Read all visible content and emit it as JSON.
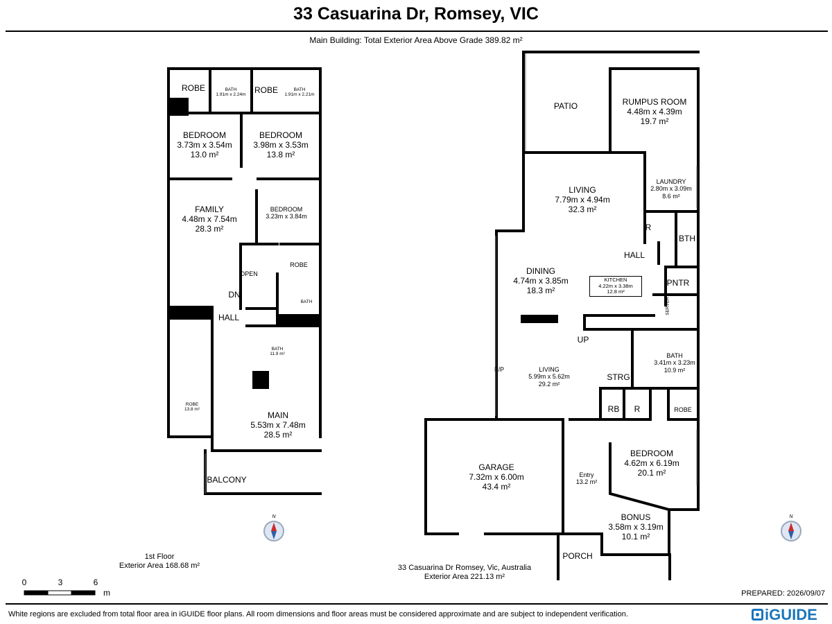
{
  "header": {
    "title": "33 Casuarina Dr, Romsey, VIC",
    "subtitle": "Main Building: Total Exterior Area Above Grade 389.82 m²"
  },
  "first_floor": {
    "caption_name": "1st Floor",
    "caption_area": "Exterior Area 168.68 m²",
    "rooms": [
      {
        "name": "ROBE"
      },
      {
        "name": "BATH",
        "dims": "1.91m x 2.24m"
      },
      {
        "name": "ROBE"
      },
      {
        "name": "BATH",
        "dims": "1.91m x 2.21m"
      },
      {
        "name": "BEDROOM",
        "dims": "3.73m x 3.54m",
        "area": "13.0 m²"
      },
      {
        "name": "BEDROOM",
        "dims": "3.98m x 3.53m",
        "area": "13.8 m²"
      },
      {
        "name": "FAMILY",
        "dims": "4.48m x 7.54m",
        "area": "28.3 m²"
      },
      {
        "name": "BEDROOM",
        "dims": "3.23m x 3.84m"
      },
      {
        "name": "ROBE"
      },
      {
        "name": "OPEN"
      },
      {
        "name": "DN"
      },
      {
        "name": "BATH"
      },
      {
        "name": "HALL"
      },
      {
        "name": "BATH",
        "area": "11.9 m²"
      },
      {
        "name": "ROBE",
        "area": "13.8 m²"
      },
      {
        "name": "MAIN",
        "dims": "5.53m x 7.48m",
        "area": "28.5 m²"
      },
      {
        "name": "BALCONY"
      }
    ]
  },
  "ground_floor": {
    "caption_name": "33 Casuarina Dr Romsey, Vic, Australia",
    "caption_area": "Exterior Area 221.13 m²",
    "rooms": [
      {
        "name": "PATIO"
      },
      {
        "name": "RUMPUS ROOM",
        "dims": "4.48m x 4.39m",
        "area": "19.7 m²"
      },
      {
        "name": "LAUNDRY",
        "dims": "2.80m x 3.09m",
        "area": "8.6 m²"
      },
      {
        "name": "LIVING",
        "dims": "7.79m x 4.94m",
        "area": "32.3 m²"
      },
      {
        "name": "R"
      },
      {
        "name": "BTH"
      },
      {
        "name": "HALL"
      },
      {
        "name": "DINING",
        "dims": "4.74m x 3.85m",
        "area": "18.3 m²"
      },
      {
        "name": "KITCHEN",
        "dims": "4.22m x 3.38m",
        "area": "12.8 m²"
      },
      {
        "name": "PNTR"
      },
      {
        "name": "SERVERY"
      },
      {
        "name": "UP"
      },
      {
        "name": "F/P"
      },
      {
        "name": "LIVING",
        "dims": "5.99m x 5.62m",
        "area": "29.2 m²"
      },
      {
        "name": "BATH",
        "dims": "3.41m x 3.23m",
        "area": "10.9 m²"
      },
      {
        "name": "STRG"
      },
      {
        "name": "RB"
      },
      {
        "name": "R"
      },
      {
        "name": "ROBE"
      },
      {
        "name": "GARAGE",
        "dims": "7.32m x 6.00m",
        "area": "43.4 m²"
      },
      {
        "name": "Entry",
        "area": "13.2 m²"
      },
      {
        "name": "BEDROOM",
        "dims": "4.62m x 6.19m",
        "area": "20.1 m²"
      },
      {
        "name": "BONUS",
        "dims": "3.58m x 3.19m",
        "area": "10.1 m²"
      },
      {
        "name": "PORCH"
      }
    ]
  },
  "scale_bar": {
    "ticks": [
      "0",
      "3",
      "6"
    ],
    "unit": "m"
  },
  "compass": {
    "north_label": "N"
  },
  "prepared": "PREPARED: 2026/09/07",
  "footer_note": "White regions are excluded from total floor area in iGUIDE floor plans. All room dimensions and floor areas must be considered approximate and are subject to independent verification.",
  "brand": {
    "name": "iGUIDE",
    "color": "#1b75bb"
  }
}
